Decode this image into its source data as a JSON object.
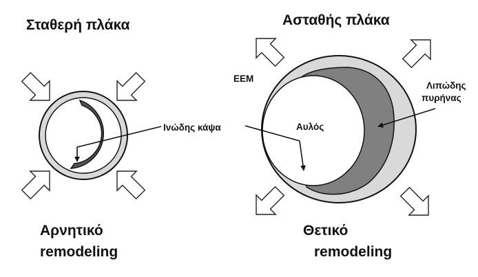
{
  "left_panel": {
    "title": "Σταθερή πλάκα",
    "annotation": "Ινώδης κάψα",
    "remodeling_line1": "Αρνητικό",
    "remodeling_line2": "remodeling"
  },
  "right_panel": {
    "title": "Ασταθής πλάκα",
    "eem_label": "EEM",
    "lumen_label": "Αυλός",
    "core_label_line1": "Λιπώδης",
    "core_label_line2": "πυρήνας",
    "remodeling_line1": "Θετικό",
    "remodeling_line2": "remodeling"
  },
  "colors": {
    "vessel_wall": "#d9d9d9",
    "lipid_core": "#808080",
    "fibrous_cap": "#555555",
    "lumen": "#ffffff",
    "outline": "#111111"
  },
  "icons": {
    "inward_arrows": "hollow-arrow-inward-icon",
    "outward_arrows": "hollow-arrow-outward-icon"
  }
}
